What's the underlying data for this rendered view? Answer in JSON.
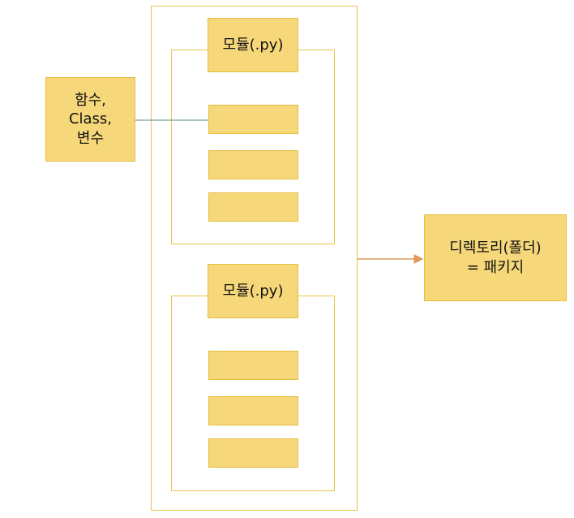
{
  "package_frame": {},
  "modules": [
    {
      "title": "모듈(.py)",
      "items": 3
    },
    {
      "title": "모듈(.py)",
      "items": 3
    }
  ],
  "contents_box": {
    "text": "함수,\nClass,\n변수"
  },
  "package_box": {
    "text": "디렉토리(폴더)\n= 패키지"
  },
  "colors": {
    "box_fill": "#f6d87a",
    "box_border": "#e3be3f",
    "frame_border": "#e8c64a",
    "connector_line": "#5f8a8b",
    "arrow": "#e0995a"
  }
}
